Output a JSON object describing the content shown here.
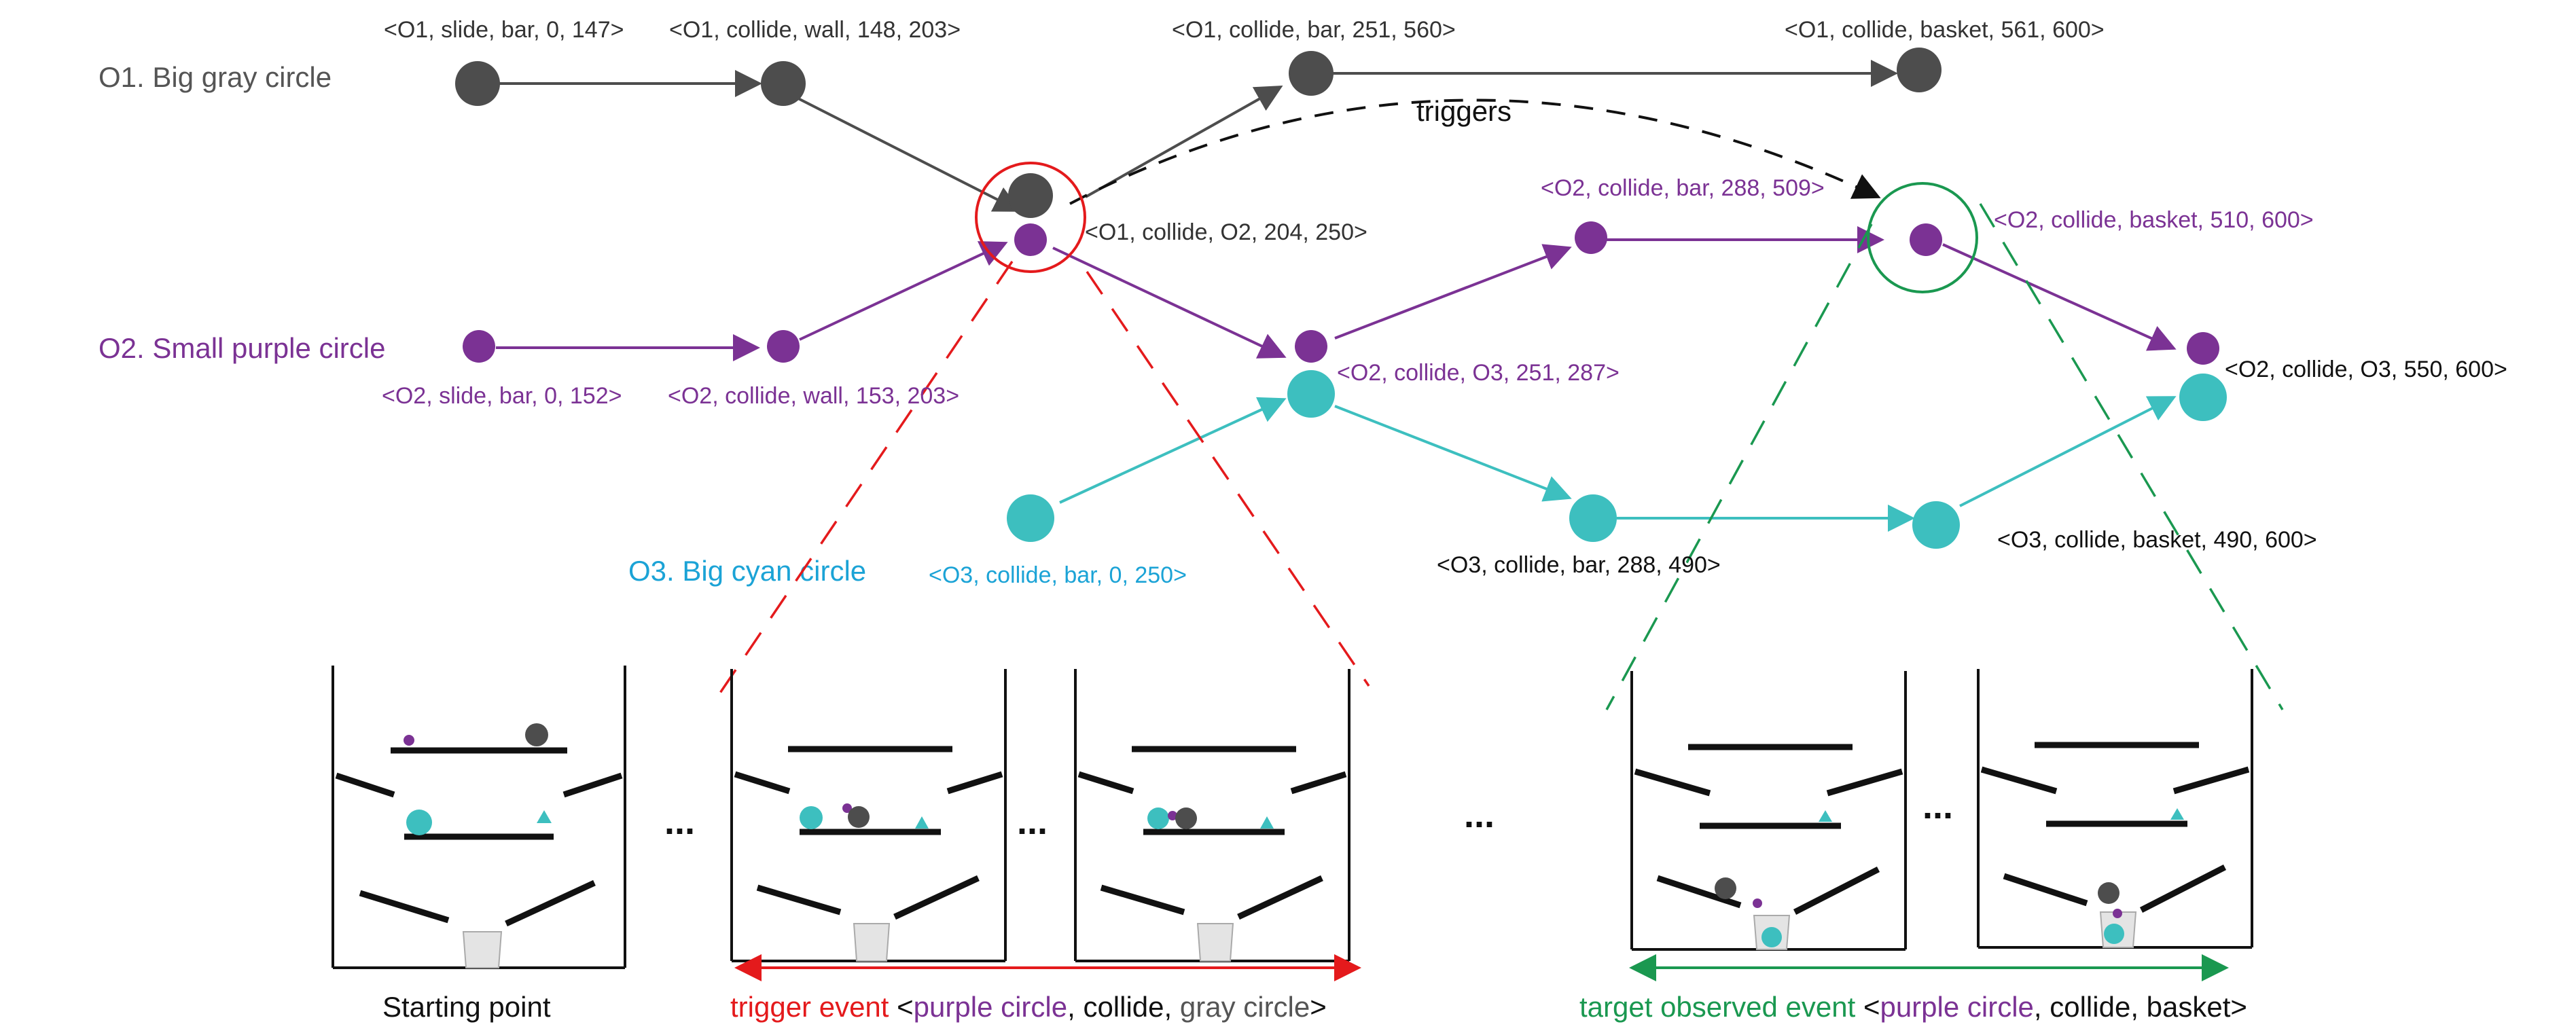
{
  "colors": {
    "gray": "#4d4d4d",
    "purple": "#7b3294",
    "cyan": "#3dbfbf",
    "red": "#e41a1c",
    "green": "#1a9850",
    "black": "#111111",
    "labelGray": "#555555",
    "cyanLabel": "#1ba3d6"
  },
  "objects": {
    "o1": "O1. Big gray circle",
    "o2": "O2. Small purple circle",
    "o3": "O3. Big cyan circle"
  },
  "events": {
    "o1_slide": "<O1, slide, bar, 0, 147>",
    "o1_wall": "<O1, collide, wall, 148, 203>",
    "o1_bar": "<O1, collide, bar, 251, 560>",
    "o1_basket": "<O1, collide, basket, 561, 600>",
    "o1_o2": "<O1, collide, O2, 204, 250>",
    "o2_slide": "<O2, slide, bar, 0, 152>",
    "o2_wall": "<O2, collide, wall, 153, 203>",
    "o2_o3_a": "<O2, collide, O3, 251, 287>",
    "o2_bar": "<O2, collide, bar, 288, 509>",
    "o2_basket": "<O2, collide, basket, 510, 600>",
    "o2_o3_b": "<O2, collide, O3, 550, 600>",
    "o3_bar0": "<O3, collide, bar, 0, 250>",
    "o3_bar288": "<O3, collide, bar, 288, 490>",
    "o3_basket": "<O3, collide, basket, 490, 600>"
  },
  "triggers_label": "triggers",
  "ellipsis": "...",
  "bottom": {
    "starting_point": "Starting point",
    "trigger_head": "trigger event ",
    "trigger_open": "<",
    "trigger_obj1": "purple circle",
    "trigger_mid": ", collide, ",
    "trigger_obj2": "gray circle",
    "trigger_close": ">",
    "target_head": "target observed event ",
    "target_open": "<",
    "target_obj1": "purple circle",
    "target_mid": ", collide, basket",
    "target_close": ">"
  }
}
